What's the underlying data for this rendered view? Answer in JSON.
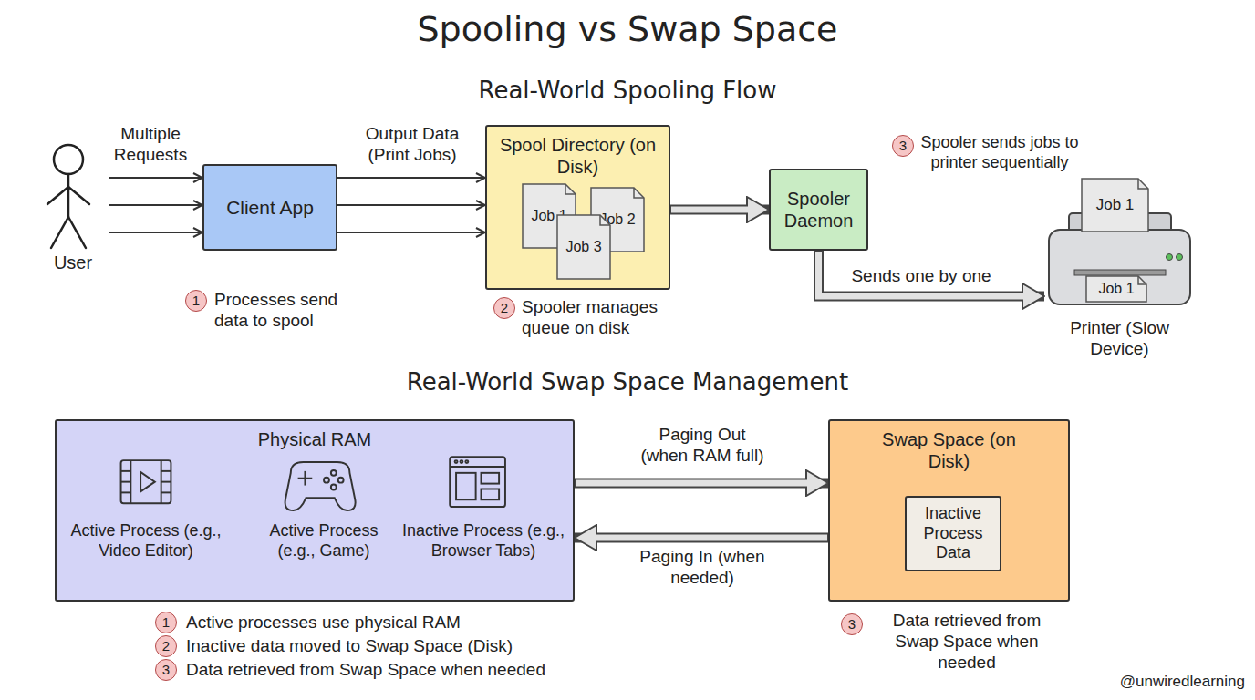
{
  "diagram": {
    "title": "Spooling vs Swap Space",
    "nodes": [
      {
        "text": [
          "User"
        ]
      },
      {
        "text": [
          "Client App"
        ]
      },
      {
        "text": [
          "Spool Directory (on Disk)"
        ]
      },
      {
        "text": [
          "Job 1"
        ],
        "in": 2
      },
      {
        "text": [
          "Job 2"
        ],
        "in": 2
      },
      {
        "text": [
          "Job 3"
        ],
        "in": 2
      },
      {
        "text": [
          "Spooler Daemon"
        ]
      },
      {
        "text": [
          "Printer (Slow Device)"
        ]
      },
      {
        "text": [
          "Job 1"
        ],
        "in": 7
      },
      {
        "text": [
          "Job 1"
        ],
        "in": 7
      },
      {
        "text": [
          "Physical RAM"
        ]
      },
      {
        "text": [
          "Swap Space (on Disk)"
        ]
      },
      {
        "text": [
          "Inactive Process Data"
        ],
        "in": 11
      }
    ],
    "edges": [
      {
        "from": 0,
        "to": 1,
        "arrow": "to"
      },
      {
        "from": 0,
        "to": 1,
        "arrow": "to"
      },
      {
        "from": 0,
        "to": 1,
        "arrow": "to"
      },
      {
        "from": 1,
        "to": 2,
        "arrow": "to"
      },
      {
        "from": 1,
        "to": 2,
        "arrow": "to"
      },
      {
        "from": 1,
        "to": 2,
        "arrow": "to"
      },
      {
        "from": 2,
        "to": 6,
        "arrow": "to"
      },
      {
        "from": 6,
        "to": 7,
        "label": "Sends one by one",
        "arrow": "to"
      },
      {
        "from": 10,
        "to": 11,
        "label": "Paging Out (when RAM full)",
        "arrow": "to"
      },
      {
        "from": 11,
        "to": 10,
        "label": "Paging In (when needed)",
        "arrow": "to"
      }
    ],
    "labels": [
      "Real-World Spooling Flow",
      "Multiple Requests",
      "Output Data (Print Jobs)",
      "1",
      "Processes send data to spool",
      "2",
      "Spooler manages queue on disk",
      "3",
      "Spooler sends jobs to printer sequentially",
      "Real-World Swap Space Management",
      "Active Process (e.g., Video Editor)",
      "Active Process (e.g., Game)",
      "Inactive Process (e.g., Browser Tabs)",
      "1",
      "Active processes use physical RAM",
      "2",
      "Inactive data moved to Swap Space (Disk)",
      "3",
      "Data retrieved from Swap Space when needed",
      "3",
      "Data retrieved from Swap Space when needed",
      "@unwiredlearning"
    ]
  }
}
